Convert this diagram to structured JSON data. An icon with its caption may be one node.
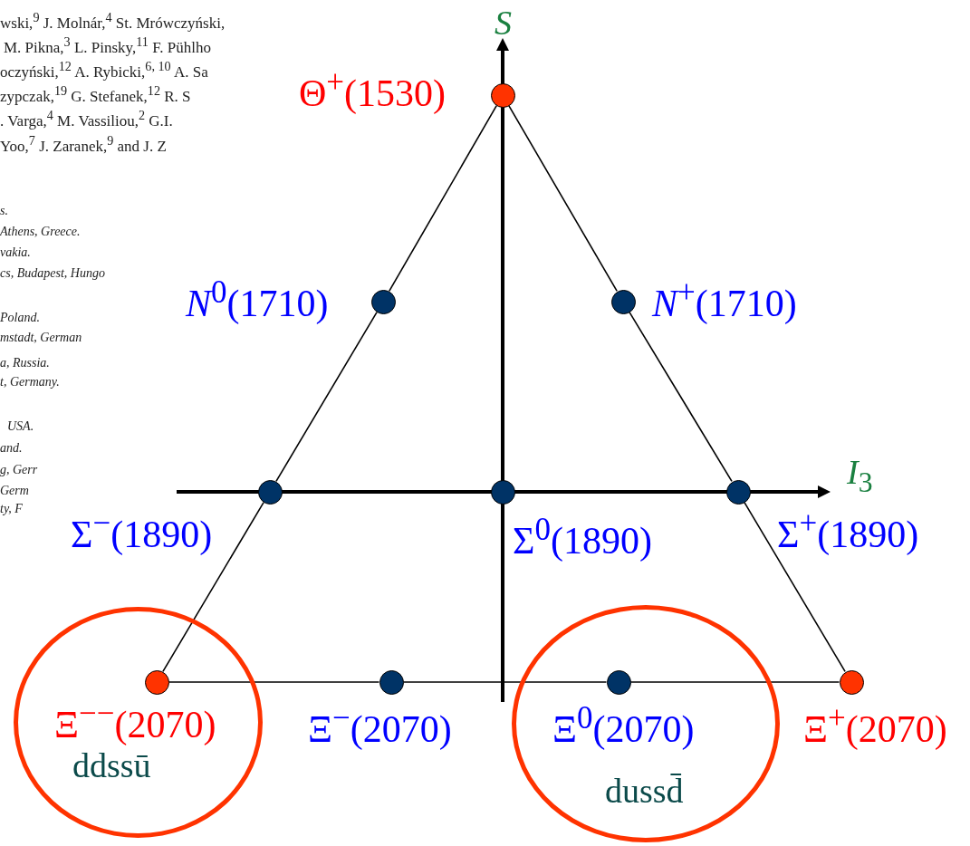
{
  "diagram": {
    "nodes": [
      {
        "text": [],
        "shape": "circle",
        "beside": [
          "Θ$^{+}$(1530)"
        ]
      },
      {
        "text": [],
        "shape": "circle",
        "beside": [
          "*N*$^{0}$(1710)"
        ]
      },
      {
        "text": [],
        "shape": "circle",
        "beside": [
          "*N*$^{+}$(1710)"
        ]
      },
      {
        "text": [],
        "shape": "circle",
        "beside": [
          "Σ$^{−}$(1890)"
        ]
      },
      {
        "text": [],
        "shape": "circle",
        "beside": [
          "Σ$^{0}$(1890)"
        ]
      },
      {
        "text": [],
        "shape": "circle",
        "beside": [
          "Σ$^{+}$(1890)"
        ]
      },
      {
        "text": [
          "ddssū"
        ]
      },
      {
        "text": [],
        "shape": "circle",
        "beside": [
          "Ξ$^{−−}$(2070)"
        ],
        "in": 6
      },
      {
        "text": [],
        "shape": "circle",
        "beside": [
          "Ξ$^{−}$(2070)"
        ]
      },
      {
        "text": [
          "dussd̄"
        ]
      },
      {
        "text": [],
        "shape": "circle",
        "beside": [
          "Ξ$^{0}$(2070)"
        ],
        "in": 9
      },
      {
        "text": [],
        "shape": "circle",
        "beside": [
          "Ξ$^{+}$(2070)"
        ]
      }
    ],
    "edges": [
      {
        "from": 0,
        "to": 1,
        "arrow": "none"
      },
      {
        "from": 1,
        "to": 3,
        "arrow": "none"
      },
      {
        "from": 3,
        "to": 7,
        "arrow": "none"
      },
      {
        "from": 0,
        "to": 2,
        "arrow": "none"
      },
      {
        "from": 2,
        "to": 5,
        "arrow": "none"
      },
      {
        "from": 5,
        "to": 11,
        "arrow": "none"
      },
      {
        "from": 7,
        "to": 8,
        "arrow": "none"
      },
      {
        "from": 8,
        "to": 10,
        "arrow": "none"
      },
      {
        "from": 10,
        "to": 11,
        "arrow": "none"
      }
    ],
    "labels": [
      "*S*",
      "*I*$_{3}$",
      "wski,$^{9}$ J. Molnár,$^{4}$ St. Mrówczyński,",
      "M. Pikna,$^{3}$ L. Pinsky,$^{11}$ F. Pühlho",
      "oczyński,$^{12}$ A. Rybicki,$^{6, 10}$ A. Sa",
      "zypczak,$^{19}$ G. Stefanek,$^{12}$ R. S",
      ". Varga,$^{4}$ M. Vassiliou,$^{2}$ G.I.",
      "Yoo,$^{7}$ J. Zaranek,$^{9}$ and J. Z",
      "s.",
      "Athens, Greece.",
      "vakia.",
      "cs, Budapest, Hungo",
      "Poland.",
      "mstadt, German",
      "a, Russia.",
      "t, Germany.",
      "USA.",
      "and.",
      "g, Gerr",
      "Germ",
      "ty, F"
    ]
  }
}
